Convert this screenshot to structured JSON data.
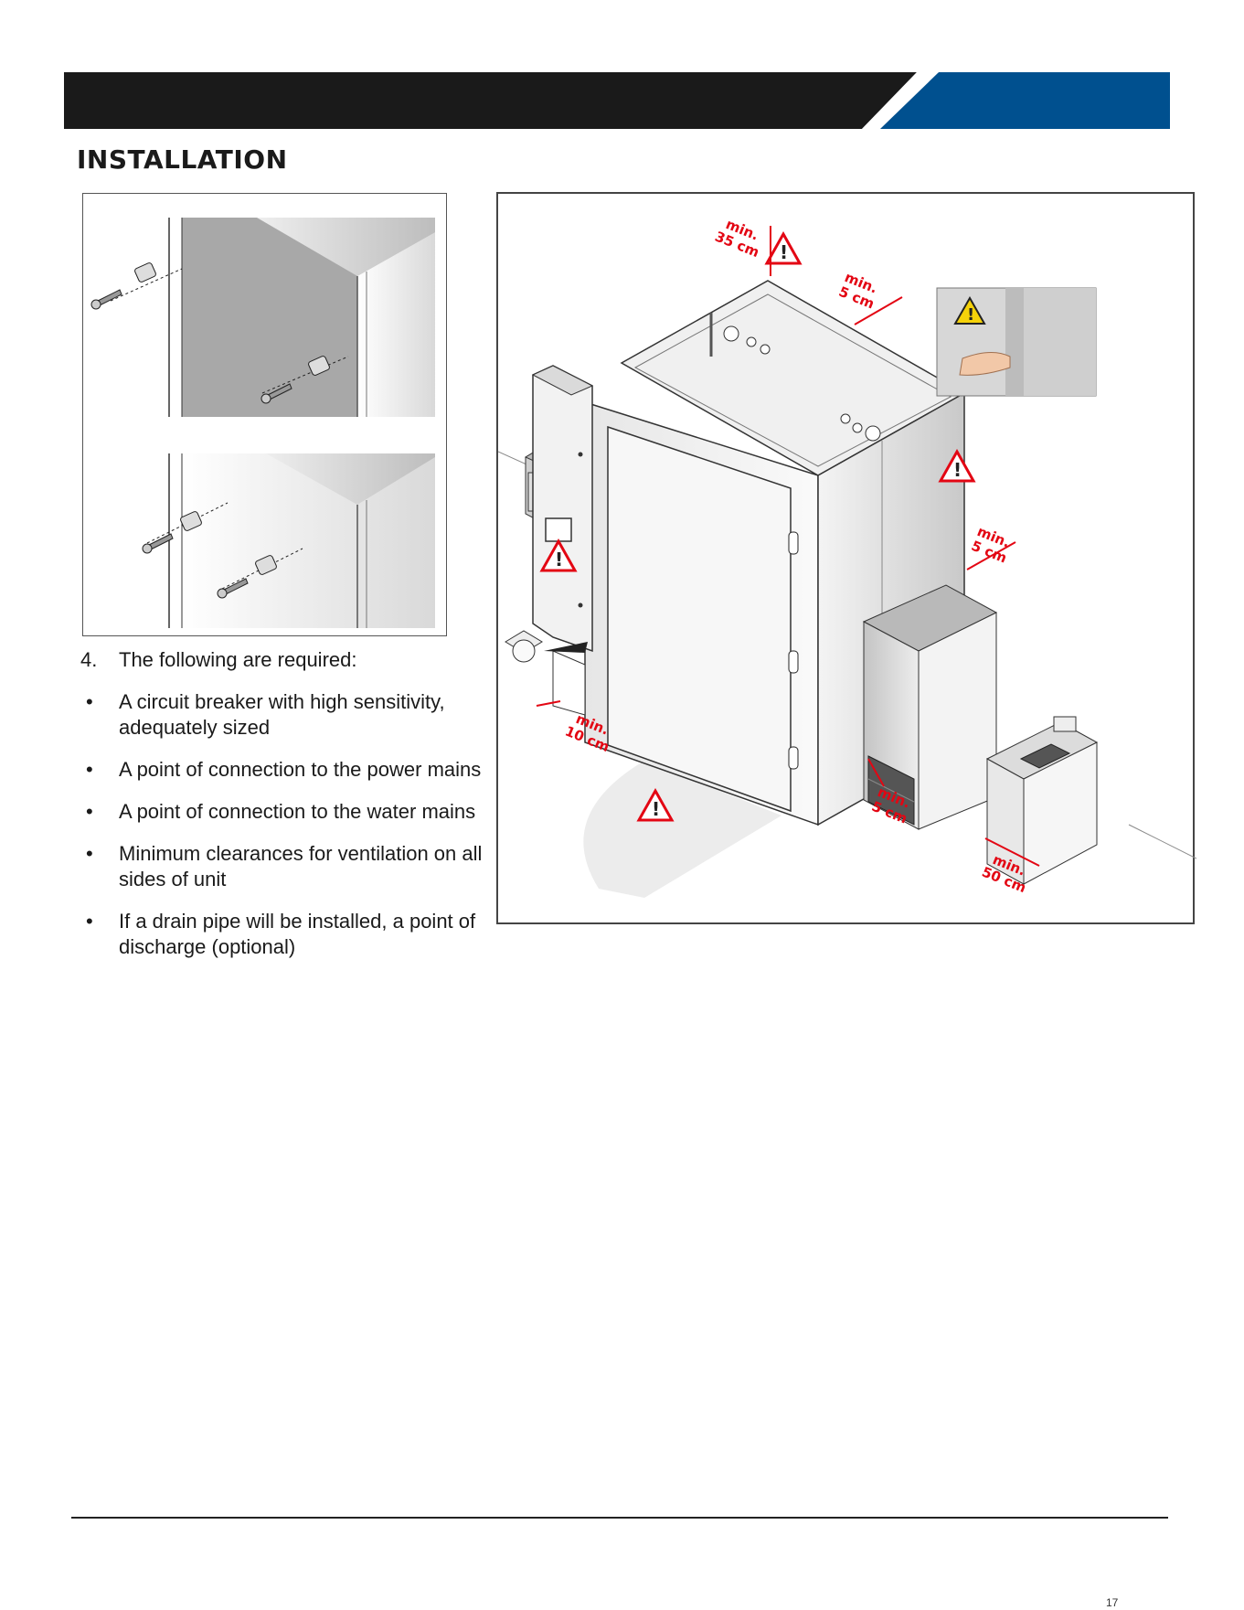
{
  "header": {
    "band_color": "#1a1a1a",
    "accent_color": "#00508f"
  },
  "title": "INSTALLATION",
  "steps": {
    "number": "4.",
    "intro": "The following are required:",
    "bullet_symbol": "•",
    "items": [
      "A circuit breaker with high sensitivity, adequately sized",
      "A point of connection to the power mains",
      "A point of connection to the water mains",
      "Minimum clearances for ventilation on all sides of unit",
      "If a drain pipe will be installed, a point of discharge   (optional)"
    ]
  },
  "figure": {
    "dim_min": "min.",
    "top_clearance": "35 cm",
    "side_clearance": "5 cm",
    "right_clearance": "5 cm",
    "front_clearance": "10 cm",
    "bottom_clearance": "5 cm",
    "appliance_clearance": "50 cm",
    "warning_icon": "warning-triangle-icon",
    "warning_color": "#e30613",
    "caution_color": "#f5d20a"
  },
  "page_number": "17"
}
